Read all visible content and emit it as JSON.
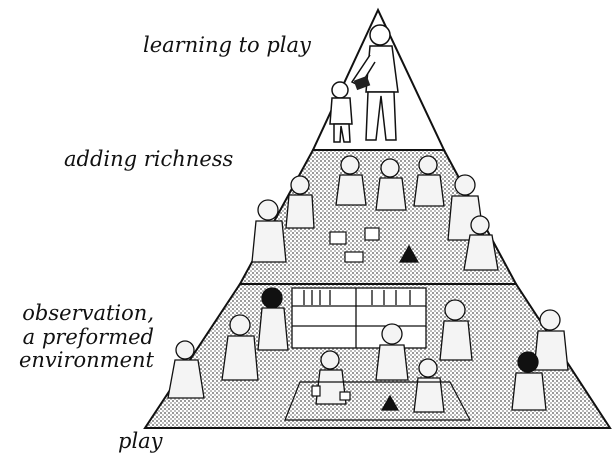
{
  "labels": {
    "top": "learning to play",
    "middle": "adding richness",
    "bottom_lines": [
      "observation,",
      "a preformed",
      "environment"
    ],
    "base": "play"
  },
  "colors": {
    "outline": "#111111",
    "dot_fill": "#c8c8c8",
    "background": "#ffffff"
  },
  "illustration": {
    "top_tier": "adult-and-toddler-figures",
    "middle_tier": "children-playing-with-blocks",
    "bottom_tier": "children-playing-near-bookshelf"
  }
}
